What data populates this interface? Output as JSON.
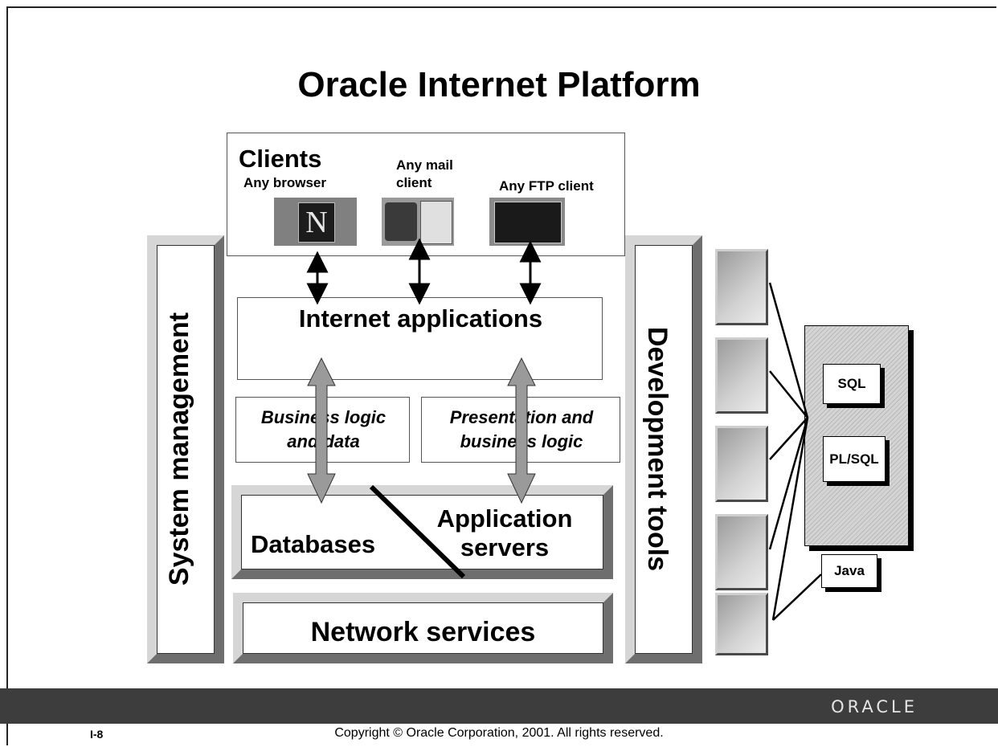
{
  "slide": {
    "title": "Oracle Internet Platform",
    "number": "I-8",
    "copyright": "Copyright © Oracle Corporation, 2001. All rights reserved.",
    "logo": "ORACLE"
  },
  "clients": {
    "heading": "Clients",
    "browser_label": "Any browser",
    "mail_label_1": "Any mail",
    "mail_label_2": "client",
    "ftp_label": "Any FTP client",
    "browser_logo_letter": "N"
  },
  "layers": {
    "internet_apps": "Internet applications",
    "business_logic_1": "Business logic",
    "business_logic_2": "and data",
    "presentation_1": "Presentation and",
    "presentation_2": "business logic",
    "databases": "Databases",
    "app_servers_1": "Application",
    "app_servers_2": "servers",
    "network_services": "Network services"
  },
  "sides": {
    "system_management": "System management",
    "development_tools": "Development tools"
  },
  "languages": {
    "sql": "SQL",
    "plsql": "PL/SQL",
    "java": "Java"
  },
  "icons": [
    "hammer-icon",
    "diagram-icon",
    "document-icon",
    "magnifier-icon",
    "coffee-cups-icon"
  ],
  "colors": {
    "footer_bar": "#3d3d3d",
    "arrow_gray": "#9a9a9a",
    "shaded_panel": "#c8c8c8"
  }
}
